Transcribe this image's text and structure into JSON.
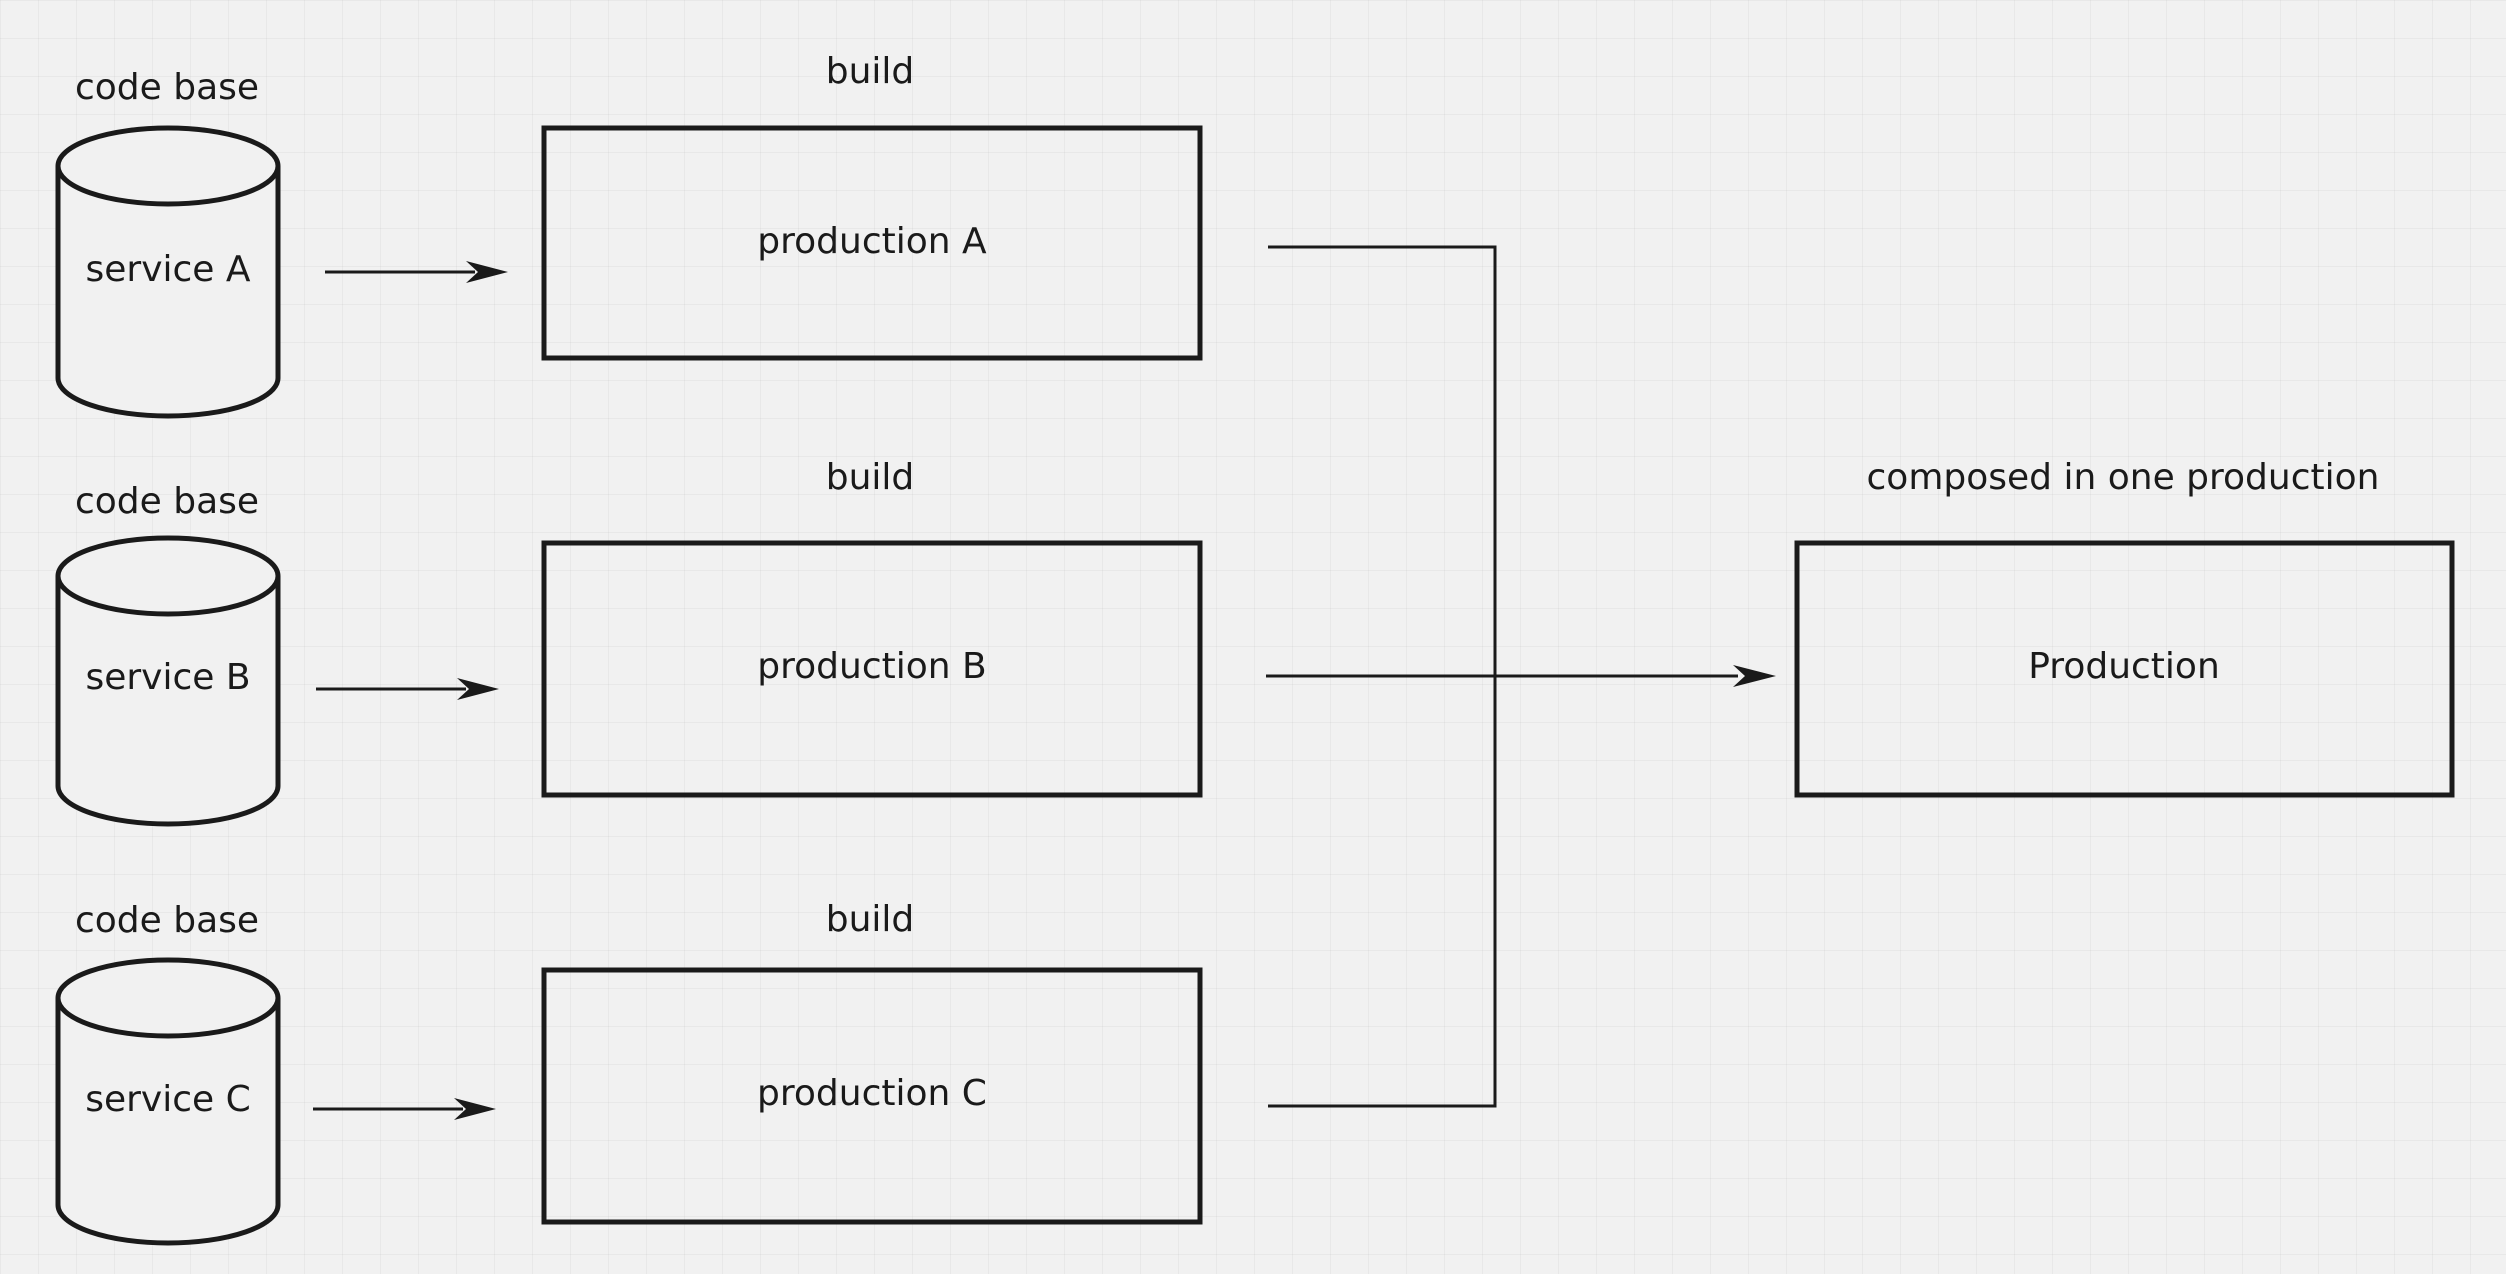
{
  "diagram": {
    "services": [
      {
        "caption": "code base",
        "label": "service A"
      },
      {
        "caption": "code base",
        "label": "service B"
      },
      {
        "caption": "code base",
        "label": "service C"
      }
    ],
    "builds": [
      {
        "caption": "build",
        "label": "production A"
      },
      {
        "caption": "build",
        "label": "production B"
      },
      {
        "caption": "build",
        "label": "production C"
      }
    ],
    "target": {
      "caption": "composed in one production",
      "label": "Production"
    },
    "colors": {
      "background": "#f1f1f1",
      "stroke": "#1a1a1a"
    }
  }
}
